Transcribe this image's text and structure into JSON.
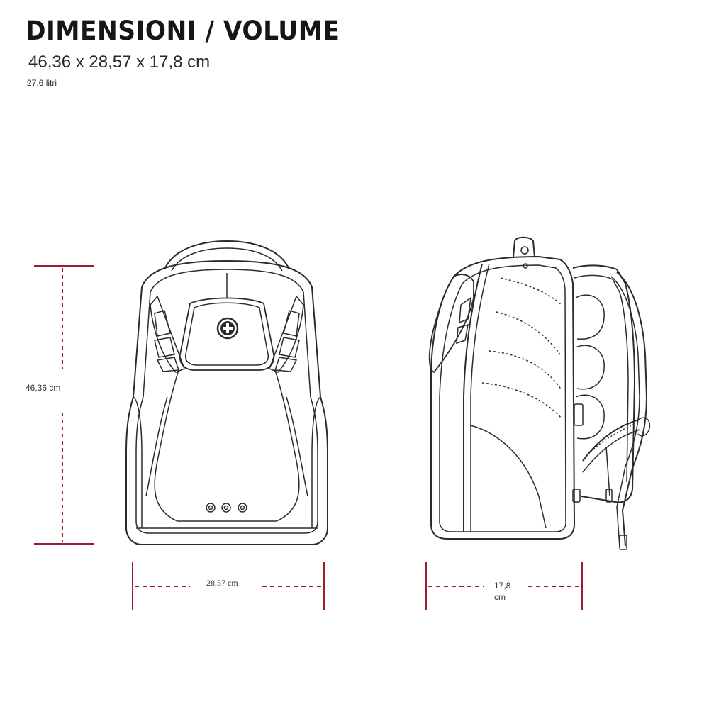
{
  "header": {
    "title": "DIMENSIONI / VOLUME",
    "dimensions": "46,36 x 28,57 x 17,8 cm",
    "volume": "27,6 litri"
  },
  "measurements": {
    "height_label": "46,36 cm",
    "width_label": "28,57 cm",
    "depth_label_value": "17,8",
    "depth_label_unit": "cm"
  },
  "colors": {
    "dimension_line": "#a01c2c",
    "outline": "#2b2b2b",
    "background": "#ffffff"
  },
  "icons": {
    "brand_logo": "swiss-cross-icon"
  }
}
